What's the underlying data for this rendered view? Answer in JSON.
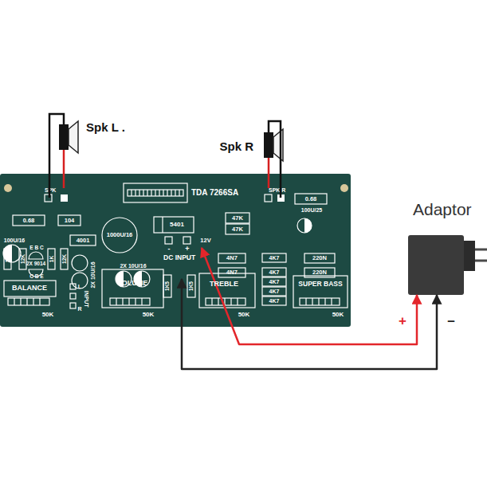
{
  "diagram": {
    "nodes": [
      {
        "text": [
          "Spk L ."
        ]
      },
      {
        "text": [
          "Spk R"
        ]
      },
      {
        "text": [
          "TDA 7266SA"
        ]
      },
      {
        "text": [
          "SPK"
        ],
        "in": 2
      },
      {
        "text": [
          "SPK R"
        ],
        "in": 2
      },
      {
        "text": [
          "DC INPUT"
        ],
        "in": 2
      },
      {
        "text": [
          "Adaptor"
        ]
      }
    ],
    "edges": [
      {
        "from": 0,
        "to": 3,
        "arrow": "none"
      },
      {
        "from": 1,
        "to": 4,
        "arrow": "none"
      },
      {
        "from": 6,
        "to": 5,
        "label": "+",
        "arrow": "both"
      },
      {
        "from": 6,
        "to": 5,
        "label": "–",
        "arrow": "both"
      }
    ],
    "labels": [
      "0.68",
      "104",
      "4001",
      "1000U/16",
      "5401",
      "12V",
      "-",
      "+",
      "47K",
      "47K",
      "0.68",
      "100U/25",
      "100U/16",
      "E B C",
      "2X 9014",
      "C B E",
      "1K",
      "12K",
      "1K",
      "12K",
      "2X 10U/16",
      "2X 10U/16",
      "BALANCE",
      "50K",
      "L",
      "INPUT",
      "R",
      "VOLUME",
      "50K",
      "1K5",
      "1K5",
      "TREBLE",
      "50K",
      "4N7",
      "4N7",
      "4K7",
      "4K7",
      "4K7",
      "4K7",
      "4K7",
      "220N",
      "220N",
      "SUPER BASS",
      "50K"
    ]
  }
}
